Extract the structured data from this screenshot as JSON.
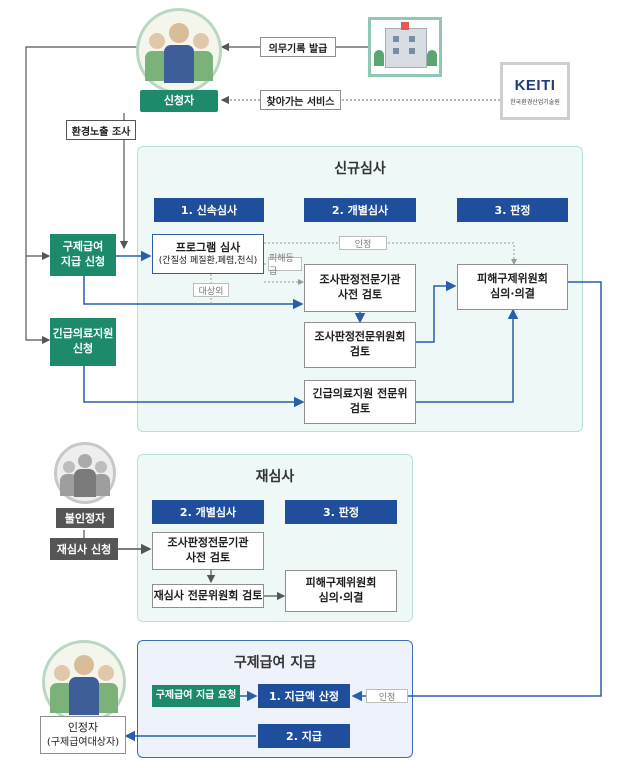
{
  "actors": {
    "applicant": "신청자",
    "rejected": "불인정자",
    "certified_line1": "인정자",
    "certified_line2": "(구제급여대상자)"
  },
  "top_links": {
    "duty_record": "의무기록 발급",
    "visiting_service": "찾아가는 서비스",
    "env_exposure": "환경노출 조사"
  },
  "keiti": {
    "logo": "KEITI",
    "name": "한국환경산업기술원"
  },
  "left_actions": {
    "relief_apply_l1": "구제급여",
    "relief_apply_l2": "지급 신청",
    "emergency_apply_l1": "긴급의료지원",
    "emergency_apply_l2": "신청",
    "reexam_apply": "재심사 신청"
  },
  "new_review": {
    "title": "신규심사",
    "step1": "1. 신속심사",
    "step2": "2. 개별심사",
    "step3": "3. 판정",
    "program_title": "프로그램 심사",
    "program_sub": "(간질성 폐질환,폐렴,천식)",
    "tag_approved": "인정",
    "tag_damage": "피해등급",
    "tag_excluded": "대상외",
    "agency_l1": "조사판정전문기관",
    "agency_l2": "사전 검토",
    "committee_l1": "조사판정전문위원회",
    "committee_l2": "검토",
    "emergency_l1": "긴급의료지원 전문위",
    "emergency_l2": "검토",
    "relief_committee_l1": "피해구제위원회",
    "relief_committee_l2": "심의·의결"
  },
  "re_review": {
    "title": "재심사",
    "step2": "2. 개별심사",
    "step3": "3. 판정",
    "agency_l1": "조사판정전문기관",
    "agency_l2": "사전 검토",
    "expert_review": "재심사 전문위원회 검토",
    "relief_committee_l1": "피해구제위원회",
    "relief_committee_l2": "심의·의결"
  },
  "payment": {
    "title": "구제급여 지급",
    "request": "구제급여 지급 요청",
    "calc": "1. 지급액 산정",
    "tag_approved": "인정",
    "pay": "2. 지급"
  },
  "colors": {
    "navy": "#1f4e9c",
    "green": "#1d8a6c",
    "mint_panel": "#eef8f7",
    "blue_panel": "#eef3fb",
    "arrow": "#2a5ea8"
  }
}
